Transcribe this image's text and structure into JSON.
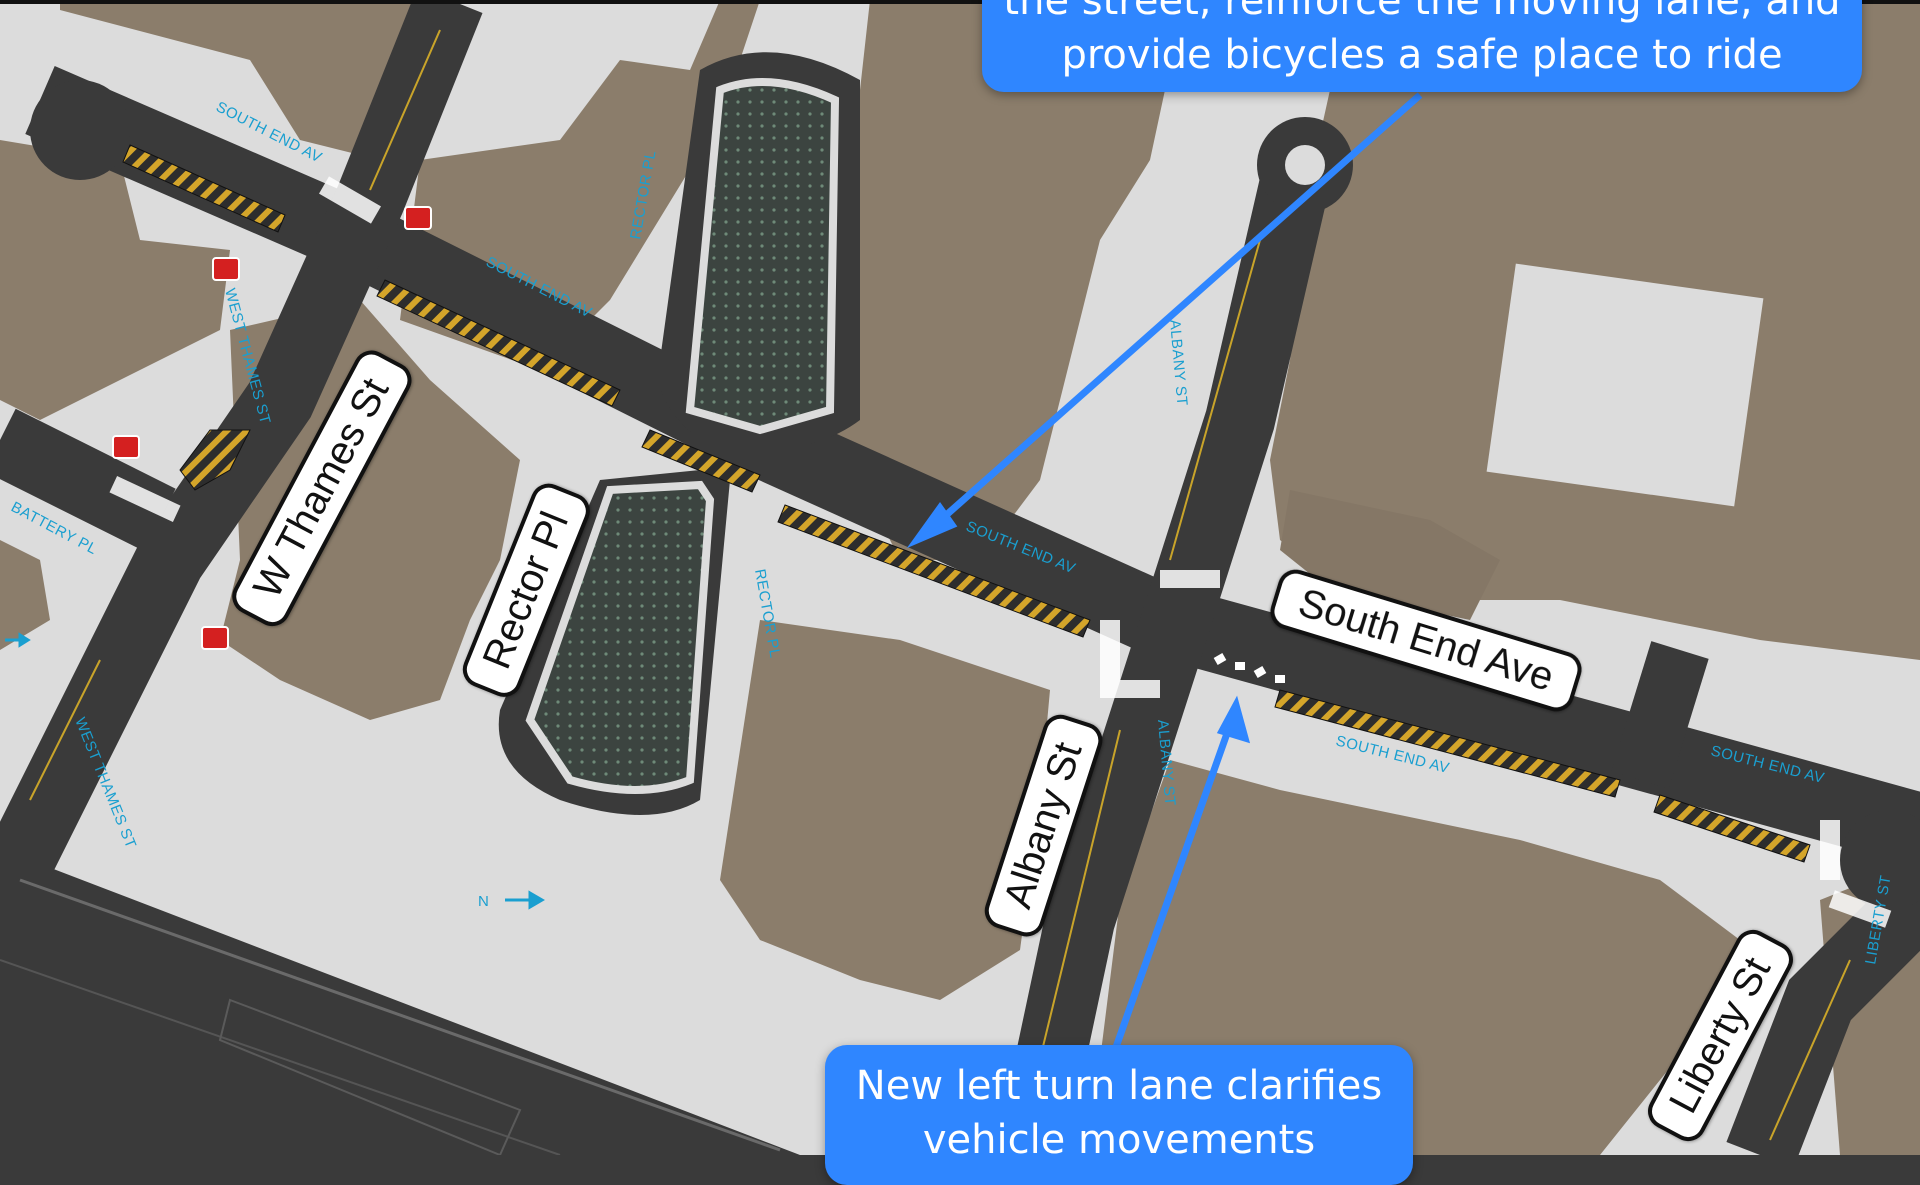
{
  "colors": {
    "ground": "#dcdcdc",
    "building": "#8b7d6b",
    "road": "#3a3a3a",
    "hatch": "#d4a52a",
    "callout": "#2f86ff",
    "map_text": "#1a9fd0"
  },
  "callouts": {
    "top_line1": "the street, reinforce the moving lane, and",
    "top_line2": "provide bicycles a safe place to ride",
    "bottom_line1": "New left turn lane clarifies",
    "bottom_line2": "vehicle movements"
  },
  "street_labels": {
    "w_thames": "W Thames St",
    "rector": "Rector Pl",
    "albany": "Albany St",
    "south_end": "South End Ave",
    "liberty": "Liberty St"
  },
  "map_text": {
    "south_end_av": "SOUTH END AV",
    "west_thames_st": "WEST THAMES ST",
    "rector_pl": "RECTOR PL",
    "albany_st": "ALBANY ST",
    "battery_pl": "BATTERY PL",
    "liberty_st": "LIBERTY ST"
  },
  "north_arrow": {
    "label": "N",
    "icon": "north-arrow-icon"
  }
}
